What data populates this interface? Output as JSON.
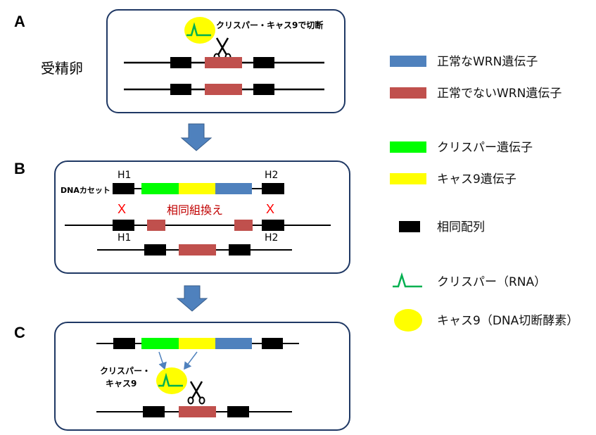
{
  "panels": {
    "a": {
      "letter": "A",
      "label": "受精卵",
      "cut_label": "クリスパー・キャス9で切断"
    },
    "b": {
      "letter": "B",
      "cassette_label": "DNAカセット",
      "h1": "H1",
      "h2": "H2",
      "recombination": "相同組換え",
      "cross": "X"
    },
    "c": {
      "letter": "C",
      "complex_label_line1": "クリスパー・",
      "complex_label_line2": "キャス9"
    }
  },
  "legend": {
    "normal_wrn": "正常なWRN遺伝子",
    "abnormal_wrn": "正常でないWRN遺伝子",
    "crispr_gene": "クリスパー遺伝子",
    "cas9_gene": "キャス9遺伝子",
    "homology": "相同配列",
    "crispr_rna": "クリスパー（RNA）",
    "cas9_enzyme": "キャス9（DNA切断酵素）"
  },
  "colors": {
    "normal_wrn": "#4f81bd",
    "abnormal_wrn": "#c0504d",
    "crispr": "#00ff00",
    "cas9": "#ffff00",
    "homology": "#000000",
    "arrow": "#4f81bd",
    "panel_border": "#1f3864",
    "cross": "#ff0000",
    "recombination_text": "#c00000"
  }
}
